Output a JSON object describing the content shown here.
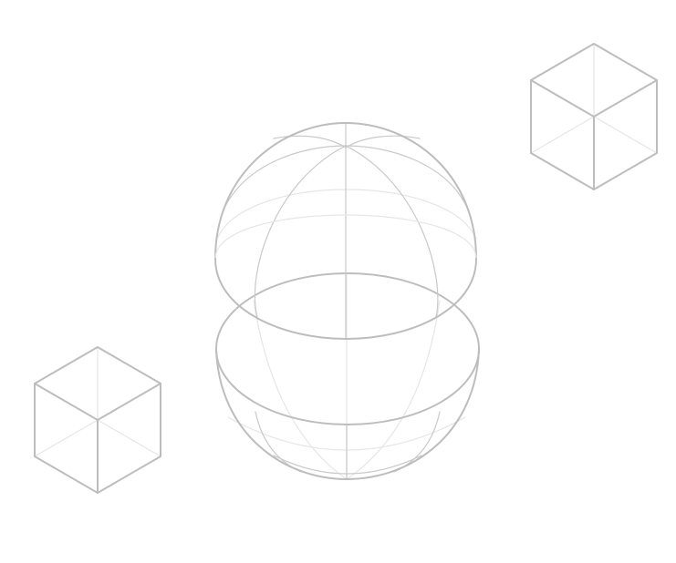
{
  "scene": {
    "background_color": "#ffffff",
    "outline_color": "#bdbdbd",
    "inner_line_color": "#c9c9c9",
    "hidden_line_color": "#e6e6e6",
    "objects": [
      {
        "kind": "cube",
        "style": "wireframe-isometric",
        "hidden_edges_shown": true
      },
      {
        "kind": "cube",
        "style": "wireframe-isometric",
        "hidden_edges_shown": true
      },
      {
        "kind": "hemisphere",
        "part": "upper",
        "style": "wireframe",
        "open_face": "bottom"
      },
      {
        "kind": "hemisphere",
        "part": "lower",
        "style": "wireframe",
        "open_face": "top"
      }
    ]
  }
}
